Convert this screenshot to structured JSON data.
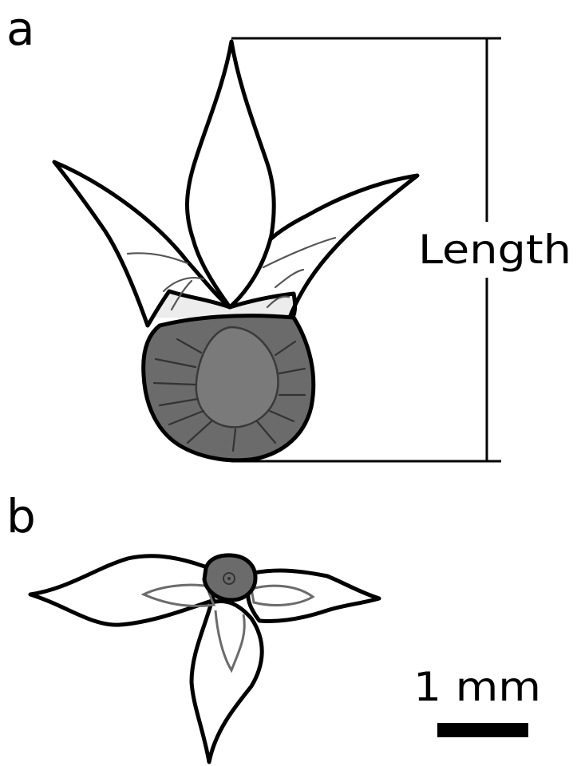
{
  "panels": {
    "a": {
      "label": "a",
      "dimension_label": "Length"
    },
    "b": {
      "label": "b"
    }
  },
  "scale_bar": {
    "label": "1 mm"
  },
  "colors": {
    "outline": "#000000",
    "fill_dark": "#6b6b6b",
    "fill_light": "#e6e6e6",
    "background": "#ffffff"
  }
}
